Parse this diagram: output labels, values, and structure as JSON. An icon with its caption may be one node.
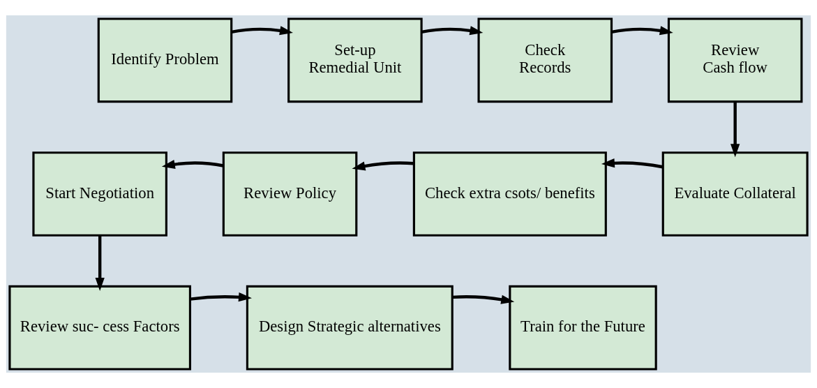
{
  "diagram": {
    "nodes": [
      {
        "text": [
          "Identify Problem"
        ]
      },
      {
        "text": [
          "Set-up",
          "Remedial Unit"
        ]
      },
      {
        "text": [
          "Check",
          "Records"
        ]
      },
      {
        "text": [
          "Review",
          "Cash flow"
        ]
      },
      {
        "text": [
          "Evaluate Collateral"
        ]
      },
      {
        "text": [
          "Check extra csots/ benefits"
        ]
      },
      {
        "text": [
          "Review Policy"
        ]
      },
      {
        "text": [
          "Start Negotiation"
        ]
      },
      {
        "text": [
          "Review suc- cess Factors"
        ]
      },
      {
        "text": [
          "Design Strategic alternatives"
        ]
      },
      {
        "text": [
          "Train for the Future"
        ]
      }
    ],
    "edges": [
      {
        "from": 0,
        "to": 1,
        "arrow": "to"
      },
      {
        "from": 1,
        "to": 2,
        "arrow": "to"
      },
      {
        "from": 2,
        "to": 3,
        "arrow": "to"
      },
      {
        "from": 3,
        "to": 4,
        "arrow": "to"
      },
      {
        "from": 4,
        "to": 5,
        "arrow": "to"
      },
      {
        "from": 5,
        "to": 6,
        "arrow": "to"
      },
      {
        "from": 6,
        "to": 7,
        "arrow": "to"
      },
      {
        "from": 7,
        "to": 8,
        "arrow": "to"
      },
      {
        "from": 8,
        "to": 9,
        "arrow": "to"
      },
      {
        "from": 9,
        "to": 10,
        "arrow": "to"
      }
    ]
  }
}
